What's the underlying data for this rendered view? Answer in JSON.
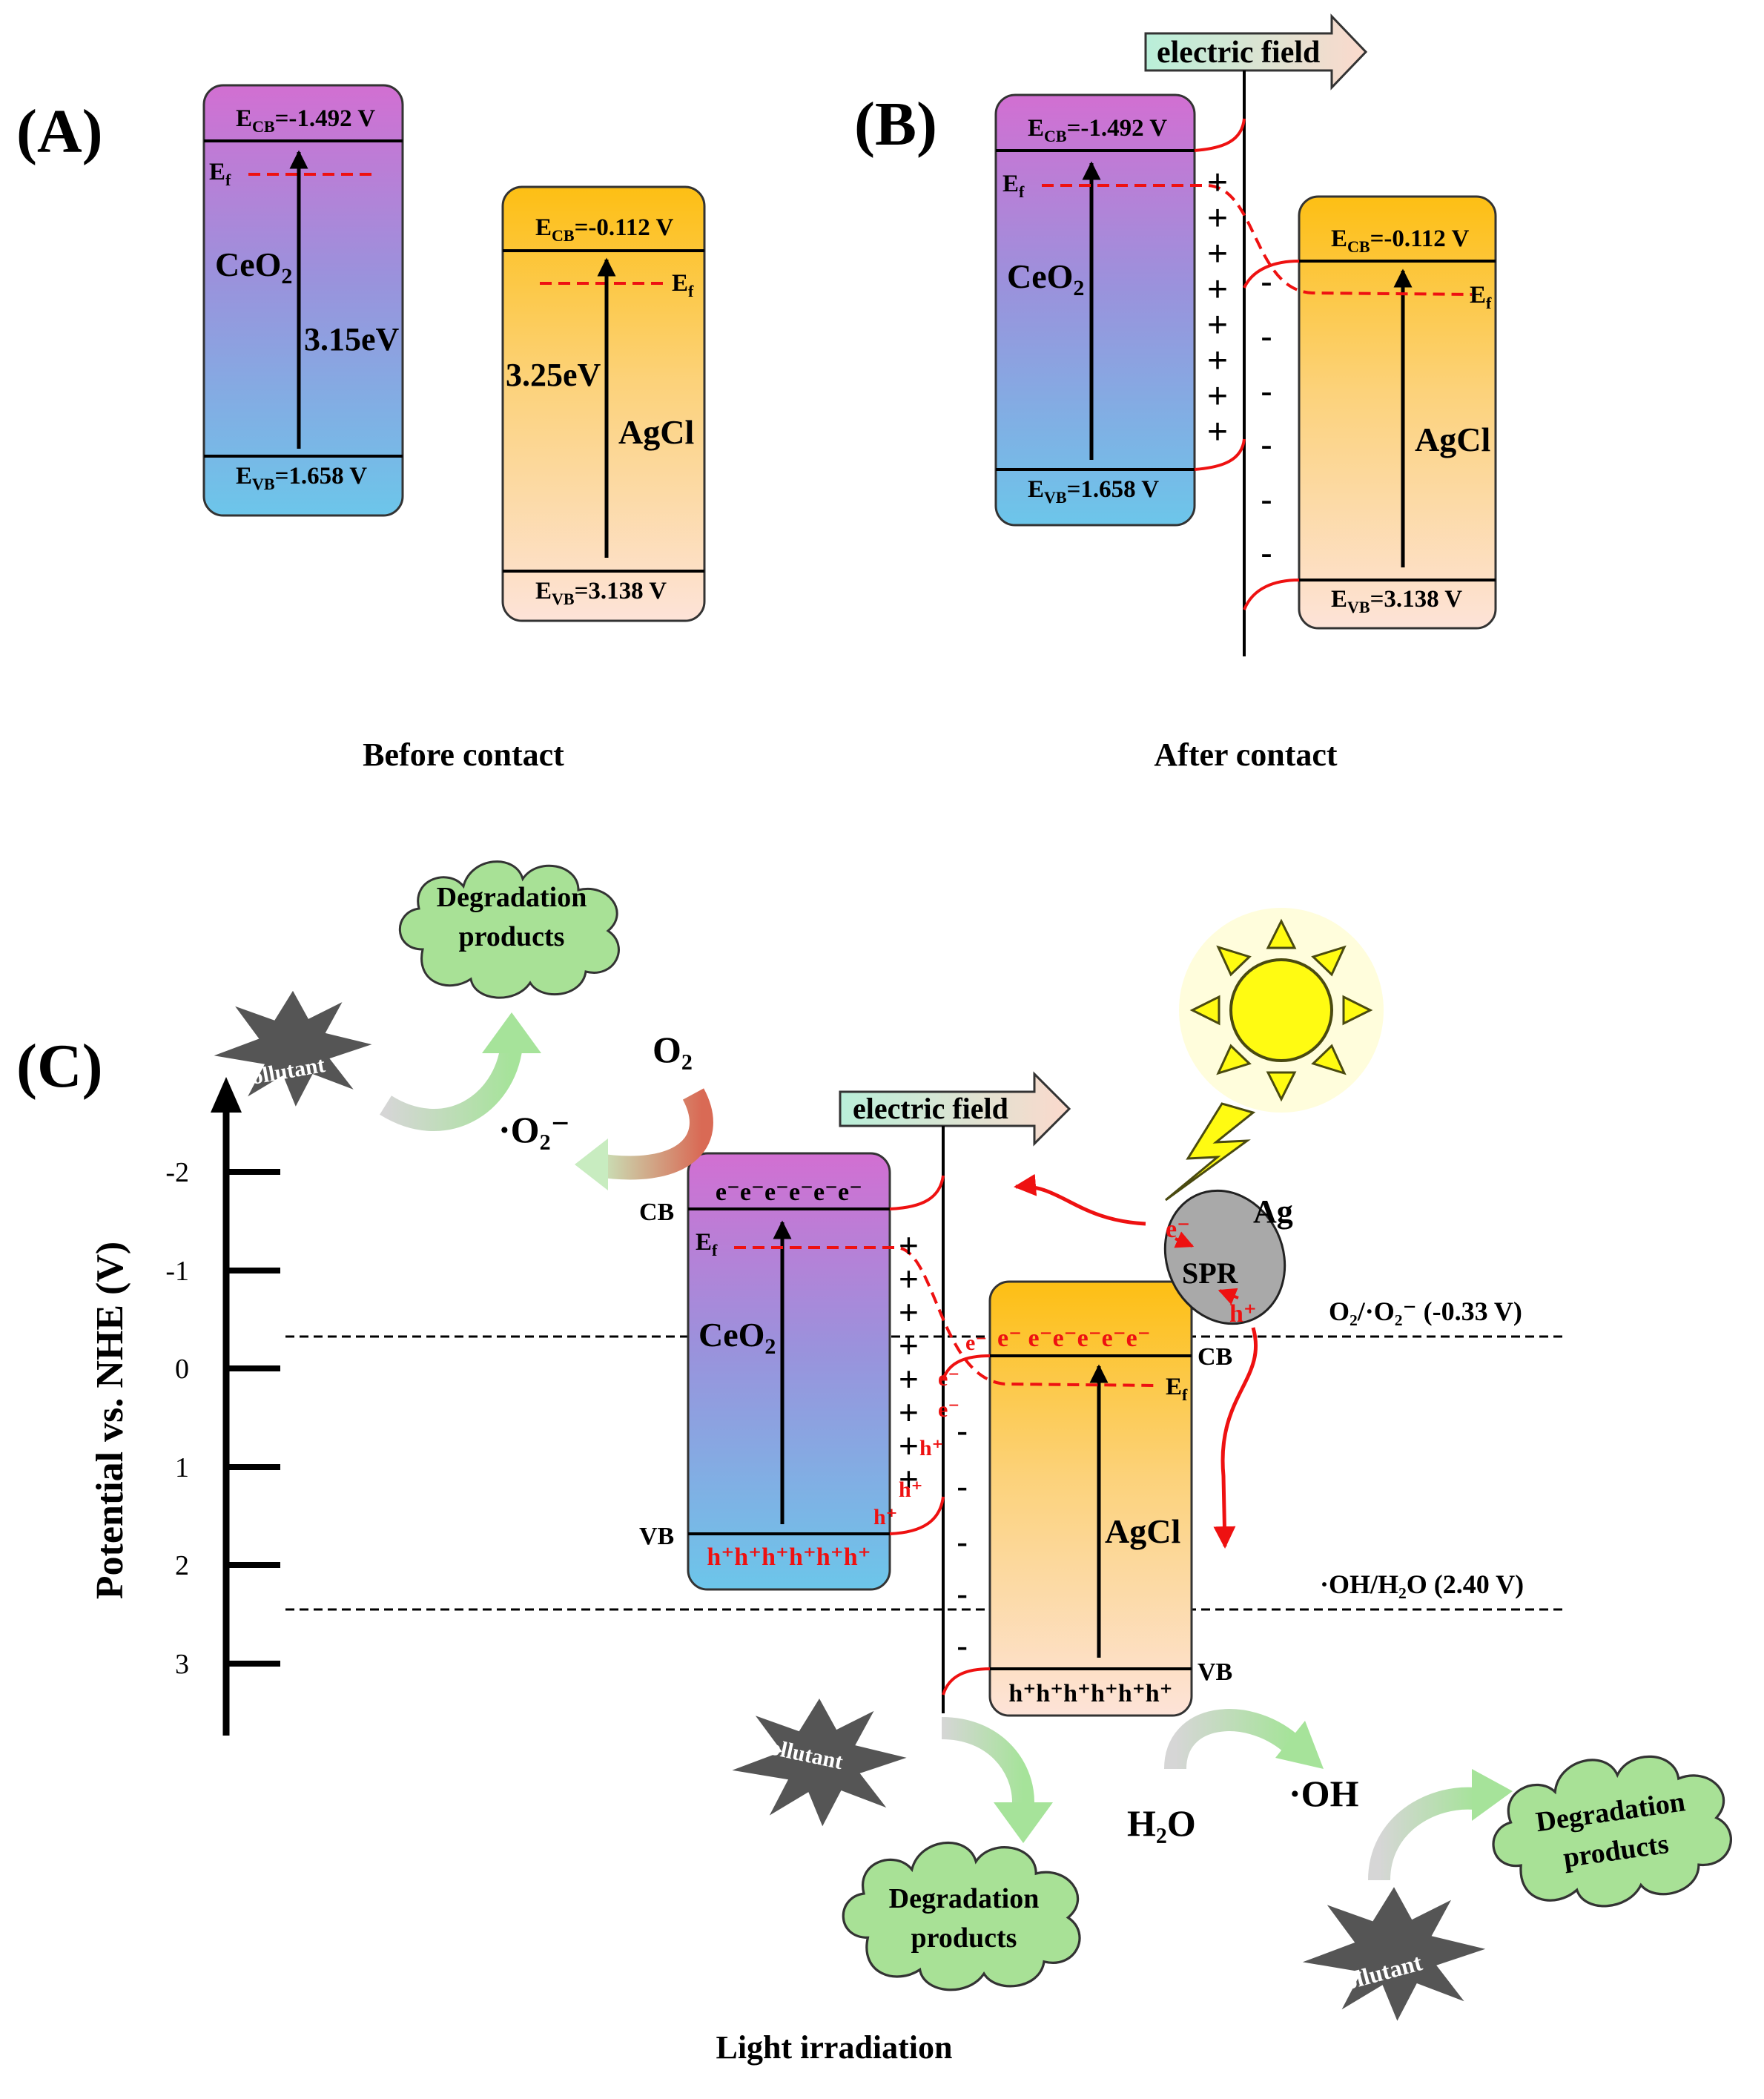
{
  "panels": {
    "a": {
      "label": "(A)",
      "caption": "Before contact",
      "ceo2": {
        "name": "CeO",
        "name_sub": "2",
        "ecb": "=-1.492 V",
        "evb": "=1.658 V",
        "gap": "3.15eV",
        "ef": "E",
        "ef_sub": "f"
      },
      "agcl": {
        "name": "AgCl",
        "ecb": "=-0.112 V",
        "evb": "=3.138 V",
        "gap": "3.25eV",
        "ef": "E",
        "ef_sub": "f"
      }
    },
    "b": {
      "label": "(B)",
      "caption": "After contact",
      "field": "electric field",
      "ceo2": {
        "name": "CeO",
        "name_sub": "2",
        "ecb": "=-1.492 V",
        "evb": "=1.658 V",
        "ef": "E",
        "ef_sub": "f"
      },
      "agcl": {
        "name": "AgCl",
        "ecb": "=-0.112 V",
        "evb": "=3.138 V",
        "ef": "E",
        "ef_sub": "f"
      },
      "plus": "+",
      "minus": "-"
    },
    "c": {
      "label": "(C)",
      "caption": "Light irradiation",
      "axis_title": "Potential vs. NHE (V)",
      "ticks": [
        "-2",
        "-1",
        "0",
        "1",
        "2",
        "3"
      ],
      "field": "electric field",
      "ceo2_name": "CeO",
      "ceo2_sub": "2",
      "agcl_name": "AgCl",
      "cb": "CB",
      "vb": "VB",
      "ef": "E",
      "ef_sub": "f",
      "electrons_ceo2": "e⁻e⁻e⁻e⁻e⁻e⁻",
      "holes_ceo2": "h⁺h⁺h⁺h⁺h⁺h⁺",
      "electrons_agcl": "e⁻  e⁻e⁻e⁻e⁻e⁻",
      "holes_agcl": "h⁺h⁺h⁺h⁺h⁺h⁺",
      "ag": "Ag",
      "spr": "SPR",
      "o2_ref": "O₂/·O₂⁻ (-0.33 V)",
      "oh_ref": "·OH/H₂O (2.40 V)",
      "o2": "O₂",
      "o2_radical": "·O₂⁻",
      "h2o": "H₂O",
      "oh": "·OH",
      "pollutant": "pollutant",
      "products_line1": "Degradation",
      "products_line2": "products"
    }
  },
  "colors": {
    "ceo2_top": "#d26fd2",
    "ceo2_bottom": "#6cc6ea",
    "agcl_top": "#fdbf14",
    "agcl_bottom": "#fde3d8",
    "fermi": "#ee1111",
    "cloud": "#a8e196",
    "star": "#4a4a4a",
    "sun": "#fffb12"
  }
}
